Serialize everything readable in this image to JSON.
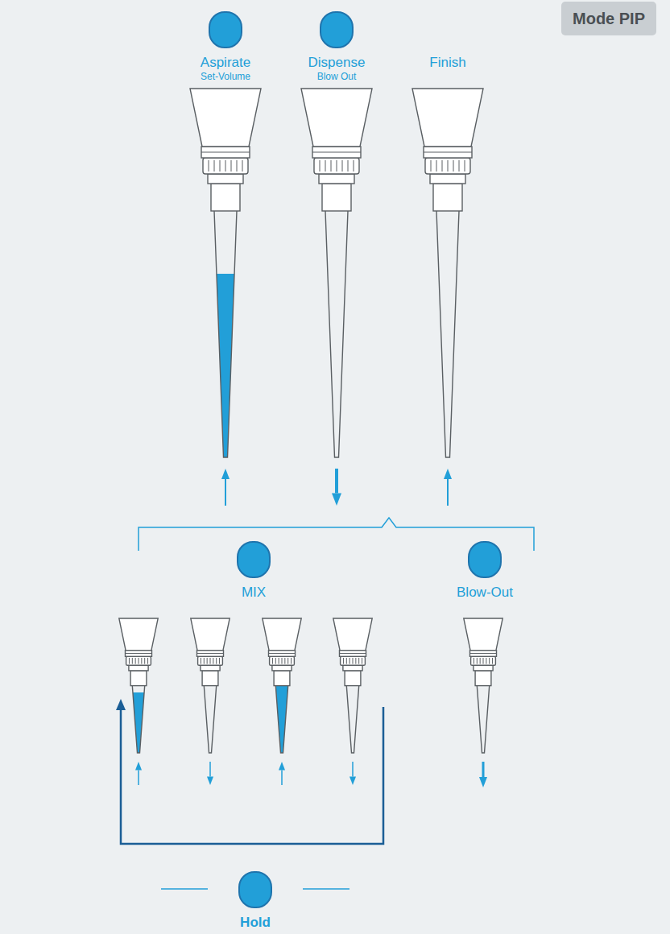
{
  "diagram": {
    "nodes": [
      {
        "text": [
          "Mode PIP"
        ]
      },
      {
        "text": [
          "Aspirate",
          "Set-Volume"
        ]
      },
      {
        "text": [
          "Dispense",
          "Blow Out"
        ]
      },
      {
        "text": [
          "MIX"
        ]
      },
      {
        "text": [
          "Blow-Out"
        ]
      },
      {
        "text": [
          "Hold"
        ]
      }
    ],
    "labels": [
      "Finish"
    ]
  }
}
